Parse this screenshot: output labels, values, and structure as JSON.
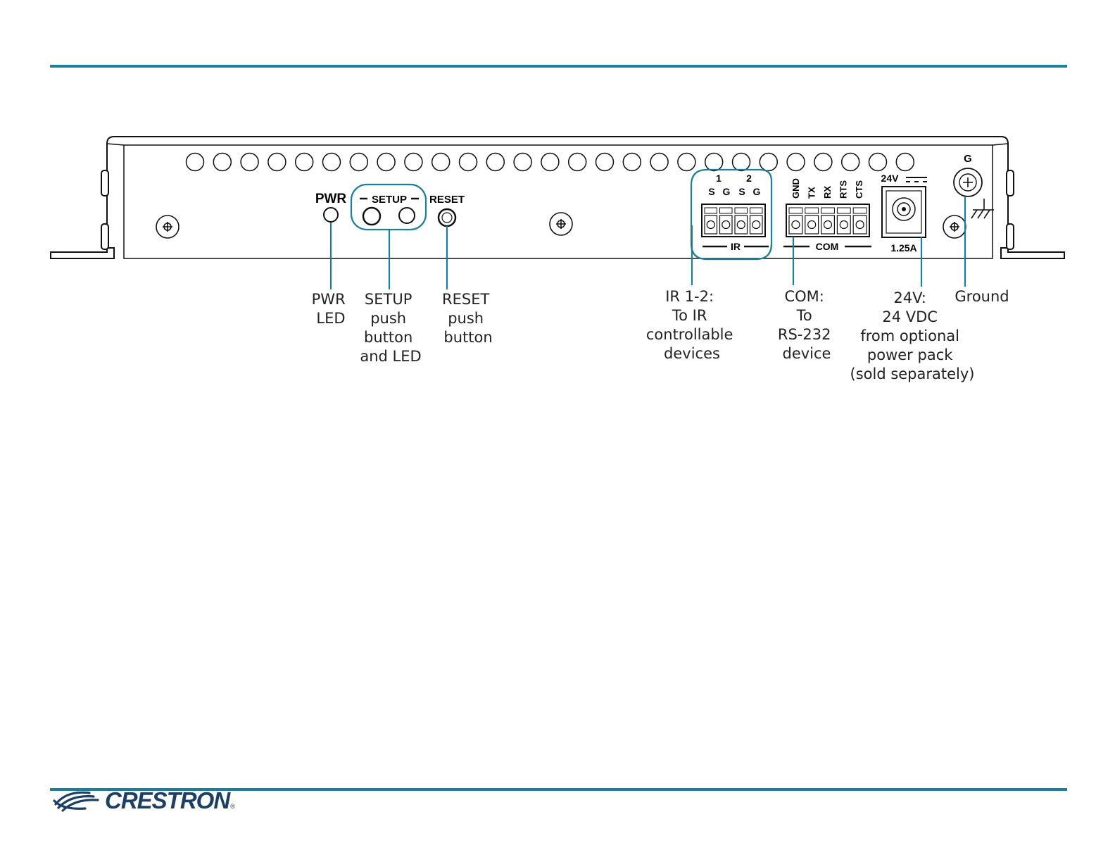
{
  "colors": {
    "accent": "#1a7f9c",
    "logo": "#1c3f66",
    "ink": "#222222"
  },
  "panel": {
    "pwr_label": "PWR",
    "setup_label": "SETUP",
    "reset_label": "RESET",
    "ir_numbers": [
      "1",
      "2"
    ],
    "ir_pins": [
      "S",
      "G",
      "S",
      "G"
    ],
    "ir_label": "IR",
    "com_pins": [
      "GND",
      "TX",
      "RX",
      "RTS",
      "CTS"
    ],
    "com_label": "COM",
    "power_label": "24V",
    "power_rating": "1.25A",
    "ground_label": "G"
  },
  "callouts": {
    "pwr": [
      "PWR",
      "LED"
    ],
    "setup": [
      "SETUP",
      "push",
      "button",
      "and LED"
    ],
    "reset": [
      "RESET",
      "push",
      "button"
    ],
    "ir": [
      "IR 1-2:",
      "To IR",
      "controllable",
      "devices"
    ],
    "com": [
      "COM:",
      "To",
      "RS-232",
      "device"
    ],
    "power": [
      "24V:",
      "24 VDC",
      "from optional",
      "power pack",
      "(sold separately)"
    ],
    "ground": [
      "Ground"
    ]
  },
  "footer": {
    "logo_text": "CRESTRON",
    "logo_mark": "®"
  }
}
